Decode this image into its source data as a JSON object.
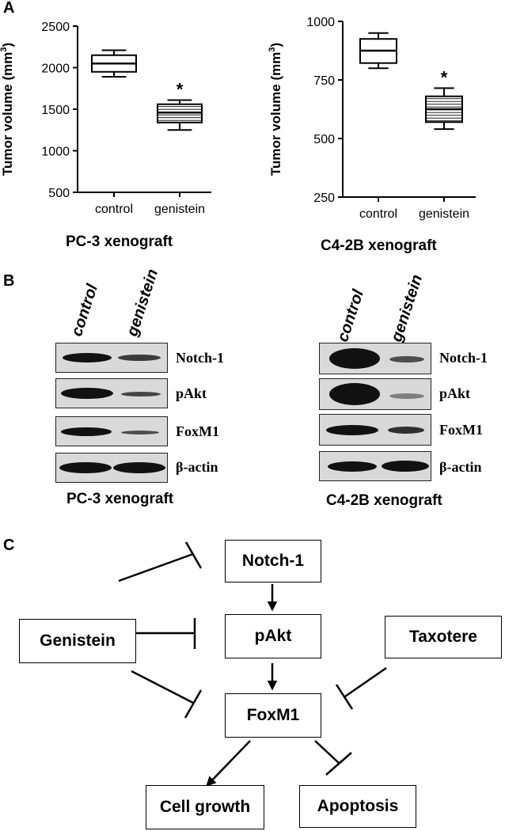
{
  "panels": {
    "A": "A",
    "B": "B",
    "C": "C"
  },
  "chart_data": [
    {
      "type": "box",
      "xlabel": "",
      "ylabel": "Tumor volume (mm3)",
      "ylabel_main": "Tumor volume (mm",
      "ylabel_sup": "3",
      "ylabel_end": ")",
      "yticks": [
        500,
        1000,
        1500,
        2000,
        2500
      ],
      "ylim": [
        500,
        2500
      ],
      "categories": [
        "control",
        "genistein"
      ],
      "boxes": [
        {
          "min": 1890,
          "q1": 1950,
          "median": 2050,
          "q3": 2150,
          "max": 2210
        },
        {
          "min": 1250,
          "q1": 1340,
          "median": 1460,
          "q3": 1560,
          "max": 1610
        }
      ],
      "annotation": "*",
      "annotation_on": "genistein",
      "caption": "PC-3 xenograft"
    },
    {
      "type": "box",
      "xlabel": "",
      "ylabel": "Tumor volume (mm3)",
      "ylabel_main": "Tumor volume (mm",
      "ylabel_sup": "3",
      "ylabel_end": ")",
      "yticks": [
        250,
        500,
        750,
        1000
      ],
      "ylim": [
        250,
        1000
      ],
      "categories": [
        "control",
        "genistein"
      ],
      "boxes": [
        {
          "min": 800,
          "q1": 822,
          "median": 875,
          "q3": 925,
          "max": 950
        },
        {
          "min": 540,
          "q1": 570,
          "median": 625,
          "q3": 680,
          "max": 715
        }
      ],
      "annotation": "*",
      "annotation_on": "genistein",
      "caption": "C4-2B xenograft"
    }
  ],
  "western_blots": [
    {
      "lanes": [
        "control",
        "genistein"
      ],
      "proteins": [
        "Notch-1",
        "pAkt",
        "FoxM1",
        "β-actin"
      ],
      "caption": "PC-3 xenograft"
    },
    {
      "lanes": [
        "control",
        "genistein"
      ],
      "proteins": [
        "Notch-1",
        "pAkt",
        "FoxM1",
        "β-actin"
      ],
      "caption": "C4-2B xenograft"
    }
  ],
  "diagram": {
    "nodes": {
      "notch": "Notch-1",
      "pakt": "pAkt",
      "foxm1": "FoxM1",
      "genistein": "Genistein",
      "taxotere": "Taxotere",
      "cell_growth": "Cell growth",
      "apoptosis": "Apoptosis"
    }
  }
}
